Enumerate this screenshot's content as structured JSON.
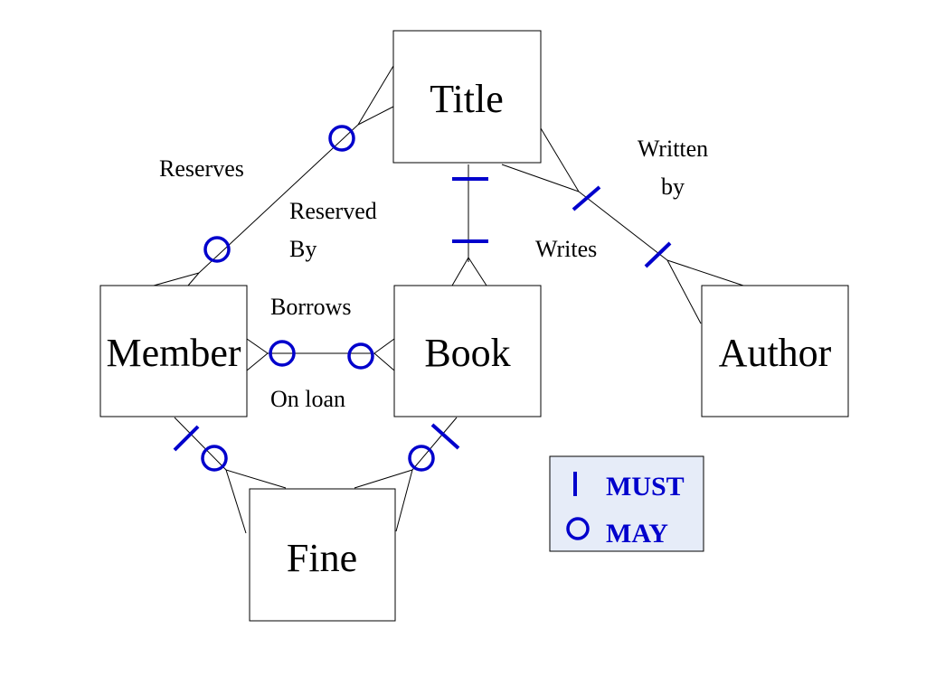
{
  "colors": {
    "accent": "#0000cc",
    "legend_bg": "#e6ecf8",
    "line": "#000000"
  },
  "entities": {
    "title": "Title",
    "member": "Member",
    "book": "Book",
    "author": "Author",
    "fine": "Fine"
  },
  "relationships": {
    "reserves": "Reserves",
    "reserved_by_line1": "Reserved",
    "reserved_by_line2": "By",
    "written_by_line1": "Written",
    "written_by_line2": "by",
    "writes": "Writes",
    "borrows": "Borrows",
    "on_loan": "On loan"
  },
  "legend": {
    "must_label": "MUST",
    "may_label": "MAY"
  }
}
